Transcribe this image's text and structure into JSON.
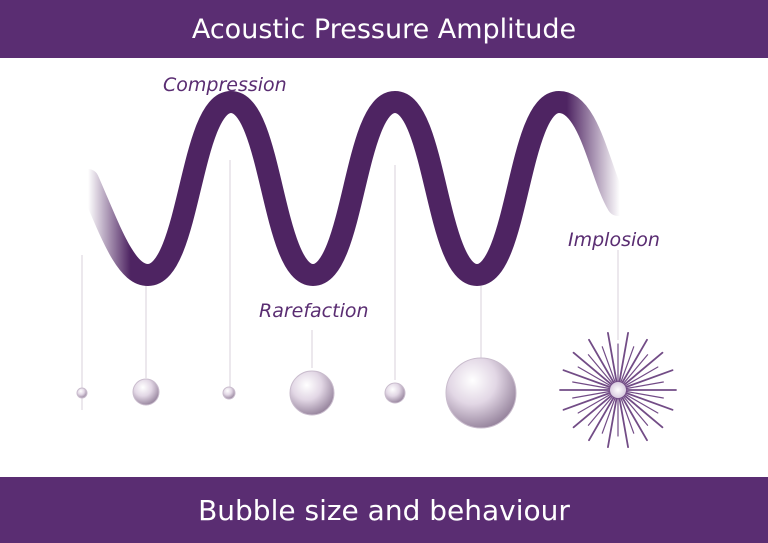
{
  "header": {
    "title": "Acoustic Pressure Amplitude"
  },
  "footer": {
    "caption": "Bubble size and behaviour"
  },
  "labels": {
    "compression": "Compression",
    "rarefaction": "Rarefaction",
    "implosion": "Implosion"
  },
  "colors": {
    "band": "#5a2d72",
    "wave": "#4e2462",
    "label_text": "#5a2d72",
    "bubble_light": "#f7f1f8",
    "bubble_dark": "#8d7a94"
  },
  "icons": [
    "bubble-icon",
    "implosion-burst-icon"
  ]
}
